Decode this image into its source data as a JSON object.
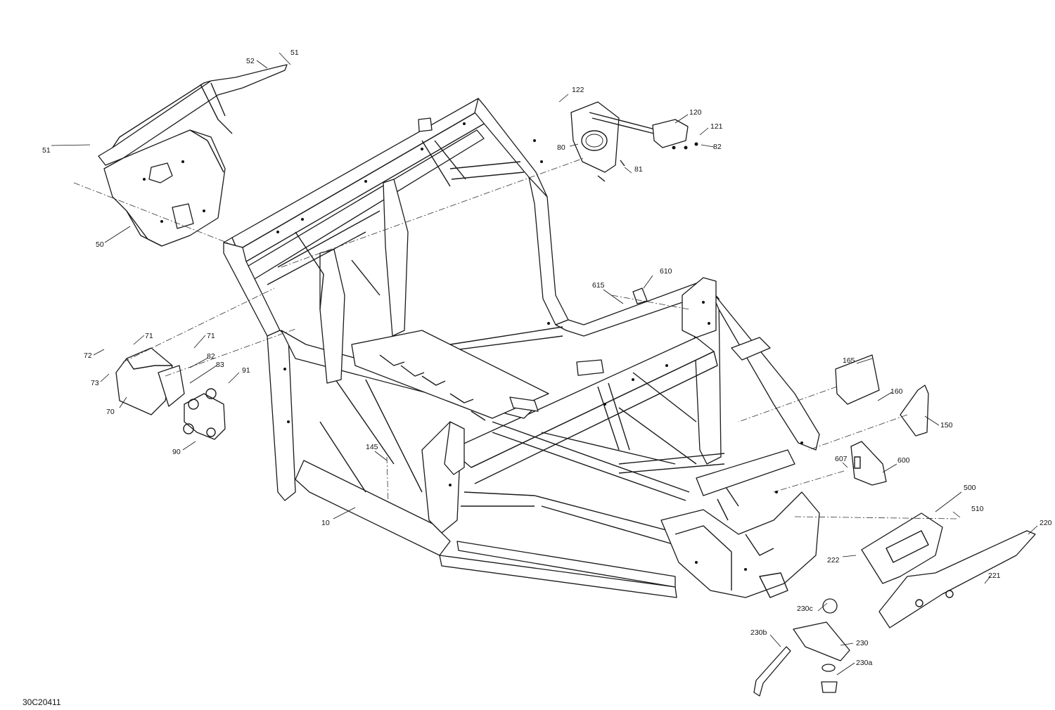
{
  "drawing": {
    "reference_code": "30C20411"
  },
  "callouts": [
    {
      "id": "c10",
      "label": "10"
    },
    {
      "id": "c50",
      "label": "50"
    },
    {
      "id": "c51a",
      "label": "51"
    },
    {
      "id": "c51b",
      "label": "51"
    },
    {
      "id": "c52",
      "label": "52"
    },
    {
      "id": "c70",
      "label": "70"
    },
    {
      "id": "c71a",
      "label": "71"
    },
    {
      "id": "c71b",
      "label": "71"
    },
    {
      "id": "c72",
      "label": "72"
    },
    {
      "id": "c73",
      "label": "73"
    },
    {
      "id": "c80",
      "label": "80"
    },
    {
      "id": "c81",
      "label": "81"
    },
    {
      "id": "c82a",
      "label": "82"
    },
    {
      "id": "c82b",
      "label": "82"
    },
    {
      "id": "c83",
      "label": "83"
    },
    {
      "id": "c90",
      "label": "90"
    },
    {
      "id": "c91",
      "label": "91"
    },
    {
      "id": "c120",
      "label": "120"
    },
    {
      "id": "c121",
      "label": "121"
    },
    {
      "id": "c122",
      "label": "122"
    },
    {
      "id": "c145",
      "label": "145"
    },
    {
      "id": "c150",
      "label": "150"
    },
    {
      "id": "c160",
      "label": "160"
    },
    {
      "id": "c165",
      "label": "165"
    },
    {
      "id": "c220",
      "label": "220"
    },
    {
      "id": "c221",
      "label": "221"
    },
    {
      "id": "c222",
      "label": "222"
    },
    {
      "id": "c230",
      "label": "230"
    },
    {
      "id": "c230a",
      "label": "230a"
    },
    {
      "id": "c230b",
      "label": "230b"
    },
    {
      "id": "c230c",
      "label": "230c"
    },
    {
      "id": "c500",
      "label": "500"
    },
    {
      "id": "c510",
      "label": "510"
    },
    {
      "id": "c600",
      "label": "600"
    },
    {
      "id": "c607",
      "label": "607"
    },
    {
      "id": "c610",
      "label": "610"
    },
    {
      "id": "c615",
      "label": "615"
    }
  ]
}
